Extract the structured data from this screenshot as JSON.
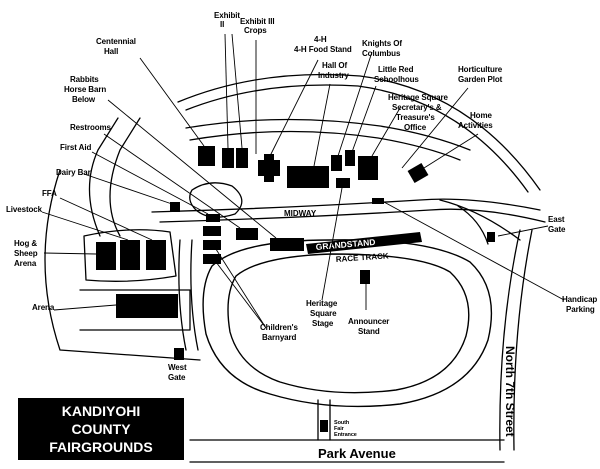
{
  "map": {
    "title_lines": [
      "KANDIYOHI",
      "COUNTY",
      "FAIRGROUNDS"
    ],
    "roads": {
      "park_avenue": "Park Avenue",
      "north_7th_street": "North 7th Street",
      "midway": "MIDWAY",
      "race_track": "RACE TRACK",
      "grandstand": "GRANDSTAND"
    },
    "labels": {
      "exhibit_ii": [
        "Exhibit",
        "II"
      ],
      "exhibit_iii": [
        "Exhibit III",
        "Crops"
      ],
      "four_h": [
        "4-H",
        "4-H Food Stand"
      ],
      "knights": [
        "Knights Of",
        "Columbus"
      ],
      "centennial": [
        "Centennial",
        "Hall"
      ],
      "hall_of_industry": [
        "Hall Of",
        "Industry"
      ],
      "little_red": [
        "Little Red",
        "Schoolhous"
      ],
      "horticulture": [
        "Horticulture",
        "Garden Plot"
      ],
      "rabbits": [
        "Rabbits",
        "Horse Barn",
        "Below"
      ],
      "heritage_sec": [
        "Heritage Square",
        "Secretary's &",
        "Treasure's",
        "Office"
      ],
      "home_activities": [
        "Home",
        "Activities"
      ],
      "restrooms": [
        "Restrooms"
      ],
      "first_aid": [
        "First Aid"
      ],
      "dairy_bar": [
        "Dairy Bar"
      ],
      "ffa": [
        "FFA"
      ],
      "livestock": [
        "Livestock"
      ],
      "east_gate": [
        "East",
        "Gate"
      ],
      "hog_sheep": [
        "Hog &",
        "Sheep",
        "Arena"
      ],
      "arena": [
        "Arena"
      ],
      "handicap": [
        "Handicap",
        "Parking"
      ],
      "heritage_stage": [
        "Heritage",
        "Square",
        "Stage"
      ],
      "announcer": [
        "Announcer",
        "Stand"
      ],
      "childrens": [
        "Children's",
        "Barnyard"
      ],
      "west_gate": [
        "West",
        "Gate"
      ],
      "south_entrance": [
        "South",
        "Fair",
        "Entrance"
      ]
    }
  }
}
